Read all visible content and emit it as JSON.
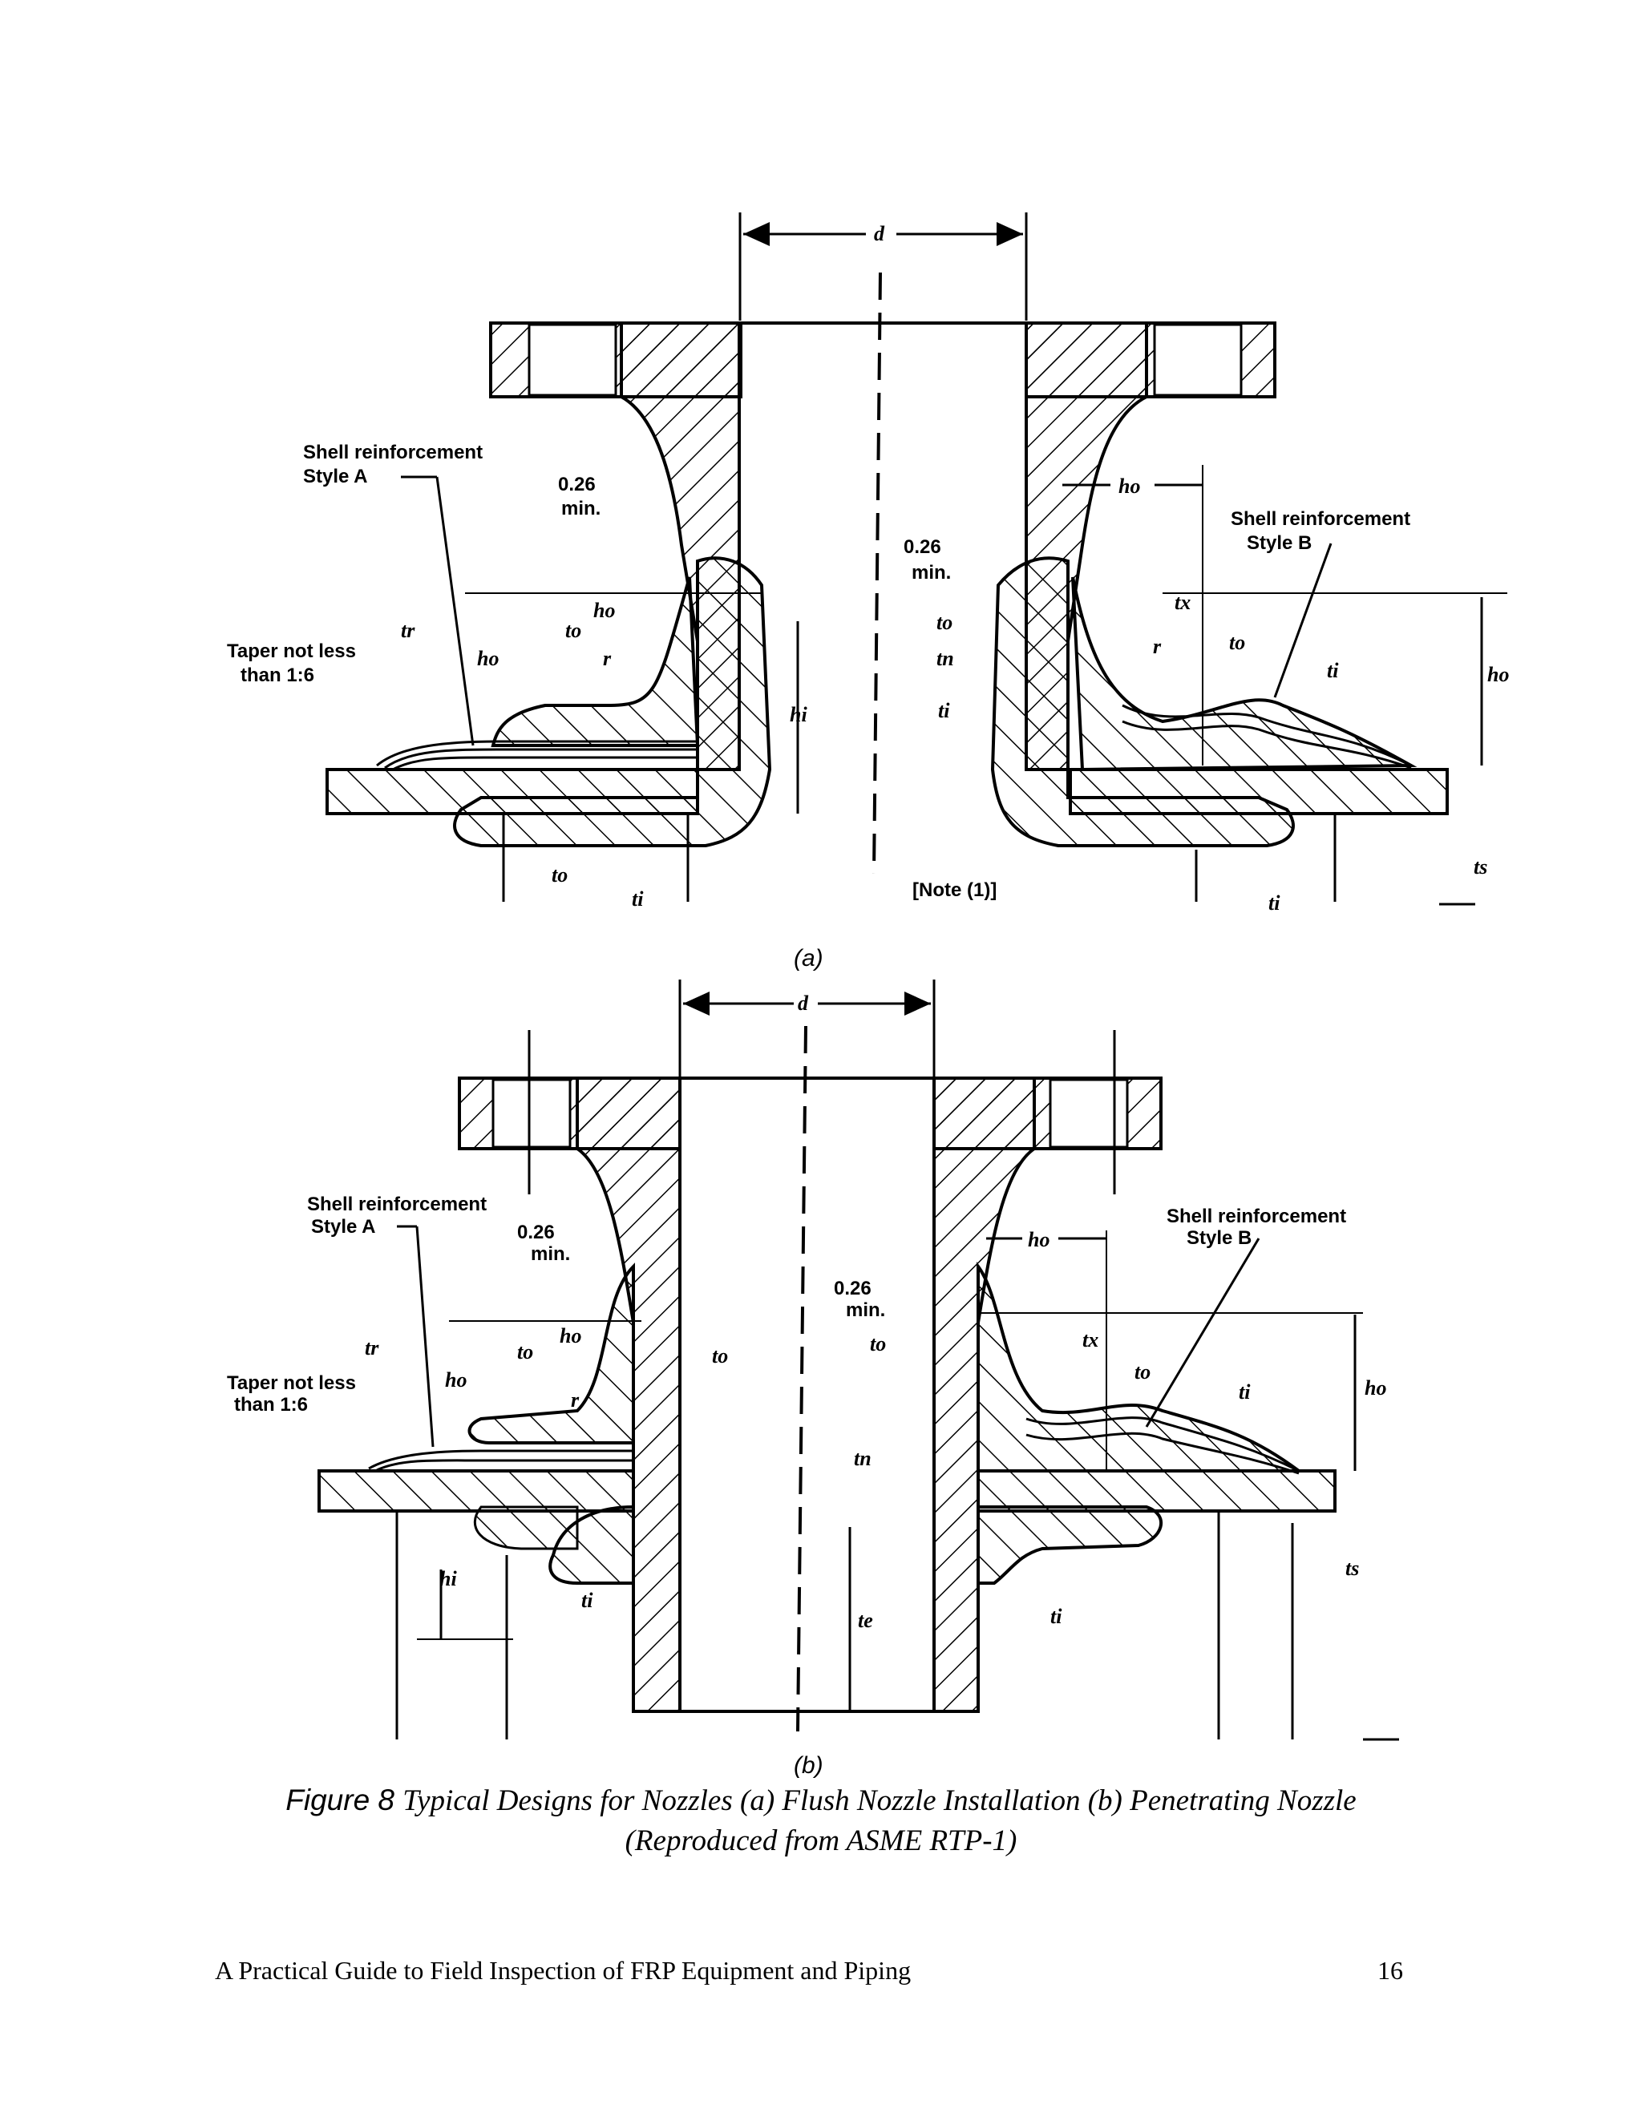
{
  "figure_a": {
    "subcaption": "(a)",
    "labels": {
      "d": "d",
      "shell_a_1": "Shell reinforcement",
      "shell_a_2": "Style A",
      "min026_1": "0.26",
      "min026_2": "min.",
      "taper_1": "Taper not less",
      "taper_2": "than 1:6",
      "tr": "tr",
      "ho": "ho",
      "to": "to",
      "r": "r",
      "hi": "hi",
      "ti": "ti",
      "shell_b_1": "Shell reinforcement",
      "shell_b_2": "Style B",
      "tn": "tn",
      "tx": "tx",
      "ts": "ts",
      "note": "[Note (1)]"
    }
  },
  "figure_b": {
    "subcaption": "(b)",
    "labels": {
      "d": "d",
      "shell_a_1": "Shell reinforcement",
      "shell_a_2": "Style A",
      "min026_1": "0.26",
      "min026_2": "min.",
      "taper_1": "Taper not less",
      "taper_2": "than 1:6",
      "tr": "tr",
      "ho": "ho",
      "to": "to",
      "r": "r",
      "hi": "hi",
      "ti": "ti",
      "shell_b_1": "Shell reinforcement",
      "shell_b_2": "Style B",
      "tn": "tn",
      "ts": "ts",
      "te": "te",
      "tx": "tx"
    }
  },
  "caption": {
    "figure_word": "Figure 8",
    "line1": "Typical Designs for Nozzles (a) Flush Nozzle Installation (b) Penetrating Nozzle",
    "line2": "(Reproduced from ASME RTP-1)"
  },
  "footer": {
    "title": "A Practical Guide to Field Inspection of FRP Equipment and Piping",
    "page_number": "16"
  }
}
